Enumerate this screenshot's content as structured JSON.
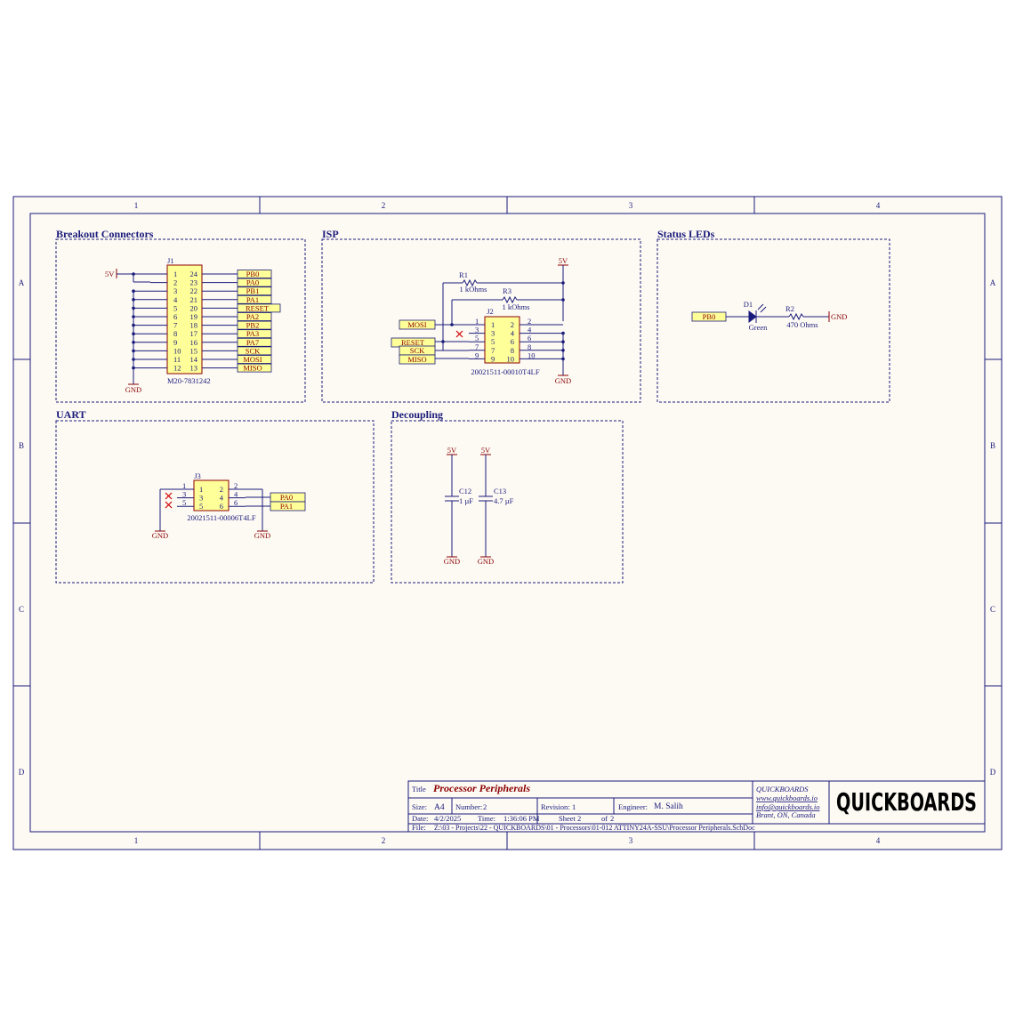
{
  "zones": {
    "columns": [
      "1",
      "2",
      "3",
      "4"
    ],
    "rows": [
      "A",
      "B",
      "C",
      "D"
    ]
  },
  "sections": {
    "breakout": "Breakout Connectors",
    "isp": "ISP",
    "status": "Status LEDs",
    "uart": "UART",
    "decoupling": "Decoupling"
  },
  "breakout": {
    "designator": "J1",
    "part": "M20-7831242",
    "pins_left": [
      "1",
      "2",
      "3",
      "4",
      "5",
      "6",
      "7",
      "8",
      "9",
      "10",
      "11",
      "12"
    ],
    "pins_right": [
      "24",
      "23",
      "22",
      "21",
      "20",
      "19",
      "18",
      "17",
      "16",
      "15",
      "14",
      "13"
    ],
    "nets": [
      "PB0",
      "PA0",
      "PB1",
      "PA1",
      "RESET",
      "PA2",
      "PB2",
      "PA3",
      "PA7",
      "SCK",
      "MOSI",
      "MISO"
    ],
    "power": "5V",
    "ground": "GND"
  },
  "isp": {
    "designator": "J2",
    "part": "20021511-00010T4LF",
    "pins_left": [
      "1",
      "3",
      "5",
      "7",
      "9"
    ],
    "pins_right": [
      "2",
      "4",
      "6",
      "8",
      "10"
    ],
    "outer_left": [
      "1",
      "3",
      "5",
      "7",
      "9"
    ],
    "outer_right": [
      "2",
      "4",
      "6",
      "8",
      "10"
    ],
    "r1_name": "R1",
    "r1_value": "1 kOhms",
    "r3_name": "R3",
    "r3_value": "1 kOhms",
    "ports": [
      "MOSI",
      "RESET",
      "SCK",
      "MISO"
    ],
    "power": "5V",
    "ground": "GND"
  },
  "status": {
    "port": "PB0",
    "led_name": "D1",
    "led_value": "Green",
    "r_name": "R2",
    "r_value": "470 Ohms",
    "ground": "GND"
  },
  "uart": {
    "designator": "J3",
    "part": "20021511-00006T4LF",
    "pins_left": [
      "1",
      "3",
      "5"
    ],
    "pins_right": [
      "2",
      "4",
      "6"
    ],
    "outer_left": [
      "1",
      "3",
      "5"
    ],
    "outer_right": [
      "2",
      "4",
      "6"
    ],
    "ports": [
      "PA0",
      "PA1"
    ],
    "ground_left": "GND",
    "ground_right": "GND"
  },
  "decoupling": {
    "c12_name": "C12",
    "c12_value": "1 µF",
    "c13_name": "C13",
    "c13_value": "4.7 µF",
    "power1": "5V",
    "power2": "5V",
    "ground1": "GND",
    "ground2": "GND"
  },
  "titleblock": {
    "title_label": "Title",
    "title": "Processor Peripherals",
    "size_label": "Size:",
    "size": "A4",
    "number_label": "Number:",
    "number": "2",
    "revision_label": "Revision:",
    "revision": "1",
    "engineer_label": "Engineer:",
    "engineer": "M. Salih",
    "date_label": "Date:",
    "date": "4/2/2025",
    "time_label": "Time:",
    "time": "1:36:06 PM",
    "sheet_label": "Sheet",
    "sheet": "2",
    "of_label": "of",
    "of": "2",
    "file_label": "File:",
    "file": "Z:\\03 - Projects\\22 - QUICKBOARDS\\01 - Processors\\01-012 ATTINY24A-SSU\\Processor Peripherals.SchDoc",
    "company": "QUICKBOARDS",
    "website": "www.quickboards.io",
    "email": "info@quickboards.io",
    "location": "Brant, ON, Canada",
    "logo": "QUICKBOARDS"
  }
}
